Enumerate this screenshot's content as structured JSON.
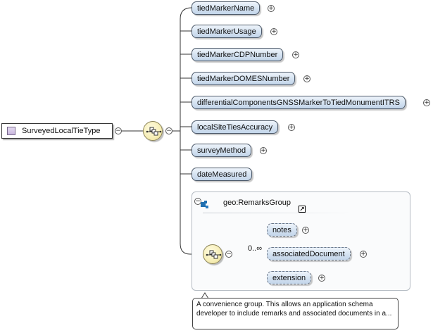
{
  "root": {
    "label": "SurveyedLocalTieType"
  },
  "sequence_occurrence": "0..∞",
  "elements": [
    "tiedMarkerName",
    "tiedMarkerUsage",
    "tiedMarkerCDPNumber",
    "tiedMarkerDOMESNumber",
    "differentialComponentsGNSSMarkerToTiedMonumentITRS",
    "localSiteTiesAccuracy",
    "surveyMethod",
    "dateMeasured"
  ],
  "group": {
    "title": "geo:RemarksGroup",
    "elements": [
      "notes",
      "associatedDocument",
      "extension"
    ]
  },
  "tooltip": "A convenience group. This allows an application schema developer to include remarks and associated documents in a...",
  "icons": {
    "expand": "+",
    "collapse": "−",
    "link": "↗"
  },
  "colors": {
    "element_fill": "#d4e2f1",
    "element_border": "#4d5a6a",
    "sequence_fill": "#f6eeb6",
    "connector": "#333333",
    "group_border": "#b5bcc3"
  }
}
